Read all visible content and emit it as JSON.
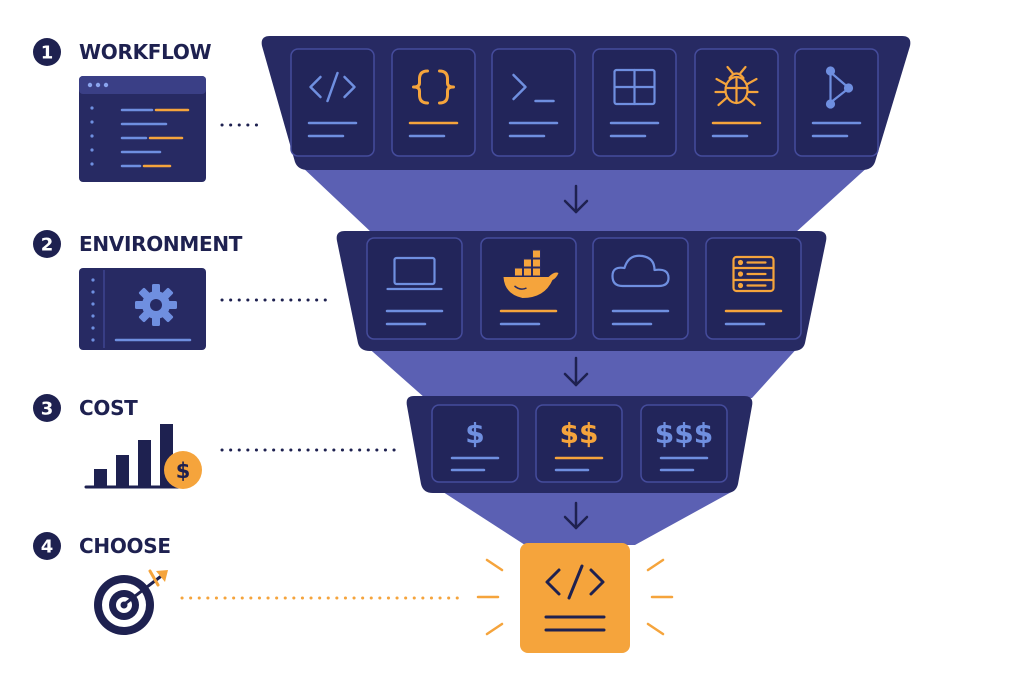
{
  "colors": {
    "navy": "#272a63",
    "navy_dark": "#1e2150",
    "funnel_fill": "#5b60b3",
    "icon_blue": "#6f8fe0",
    "accent_orange": "#f5a43c",
    "label_text": "#1e2150"
  },
  "steps": [
    {
      "number": "1",
      "label": "WORKFLOW"
    },
    {
      "number": "2",
      "label": "ENVIRONMENT"
    },
    {
      "number": "3",
      "label": "COST"
    },
    {
      "number": "4",
      "label": "CHOOSE"
    }
  ],
  "side_icons": [
    "code-editor-window-icon",
    "settings-window-icon",
    "bar-chart-dollar-icon",
    "target-arrow-icon"
  ],
  "tiers": {
    "workflow": [
      {
        "icon": "code-tag-icon",
        "accent": false
      },
      {
        "icon": "curly-braces-icon",
        "accent": true
      },
      {
        "icon": "terminal-prompt-icon",
        "accent": false
      },
      {
        "icon": "layout-grid-icon",
        "accent": false
      },
      {
        "icon": "bug-icon",
        "accent": true
      },
      {
        "icon": "git-branch-icon",
        "accent": false
      }
    ],
    "environment": [
      {
        "icon": "laptop-icon",
        "accent": false
      },
      {
        "icon": "docker-whale-icon",
        "accent": true
      },
      {
        "icon": "cloud-icon",
        "accent": false
      },
      {
        "icon": "server-rack-icon",
        "accent": true
      }
    ],
    "cost": [
      {
        "label": "$",
        "accent": false
      },
      {
        "label": "$$",
        "accent": true
      },
      {
        "label": "$$$",
        "accent": false
      }
    ]
  },
  "cost_badge_symbol": "$",
  "result": {
    "icon": "code-tag-icon"
  }
}
